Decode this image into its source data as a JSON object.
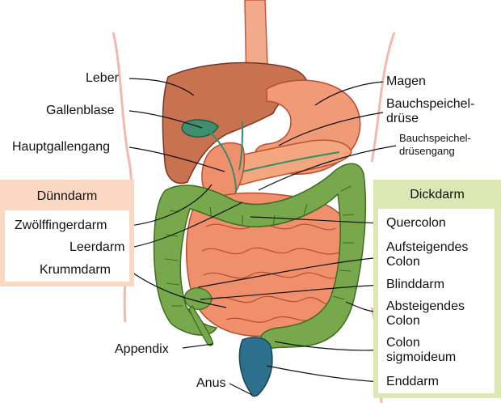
{
  "left_group": {
    "title": "Dünndarm",
    "colors": {
      "panel": "#fbd8c2",
      "border": "#f8c5a7"
    }
  },
  "right_group": {
    "title": "Dickdarm",
    "colors": {
      "panel": "#dbe8b4",
      "border": "#c9dc96"
    }
  },
  "labels": {
    "leber": "Leber",
    "gallenblase": "Gallenblase",
    "hauptgallengang": "Hauptgallengang",
    "zwoelffingerdarm": "Zwölffingerdarm",
    "leerdarm": "Leerdarm",
    "krummdarm": "Krummdarm",
    "appendix": "Appendix",
    "anus": "Anus",
    "magen": "Magen",
    "bauchspeicheldruese_1": "Bauchspeichel-",
    "bauchspeicheldruese_2": "drüse",
    "bauchspeicheldruesengang_1": "Bauchspeichel-",
    "bauchspeicheldruesengang_2": "drüsengang",
    "quercolon": "Quercolon",
    "aufsteigendes_colon_1": "Aufsteigendes",
    "aufsteigendes_colon_2": "Colon",
    "blinddarm": "Blinddarm",
    "absteigendes_colon_1": "Absteigendes",
    "absteigendes_colon_2": "Colon",
    "colon_sigmoideum_1": "Colon",
    "colon_sigmoideum_2": "sigmoideum",
    "enddarm": "Enddarm"
  },
  "organ_colors": {
    "liver": "#c8724f",
    "gallbladder": "#3f8f6e",
    "stomach": "#f09a78",
    "pancreas": "#f4a77e",
    "small_intestine": "#f08f6c",
    "large_intestine": "#77a94c",
    "rectum": "#2f6f8e",
    "esophagus": "#f3aa8c",
    "body_outline": "#f3b8b0"
  }
}
